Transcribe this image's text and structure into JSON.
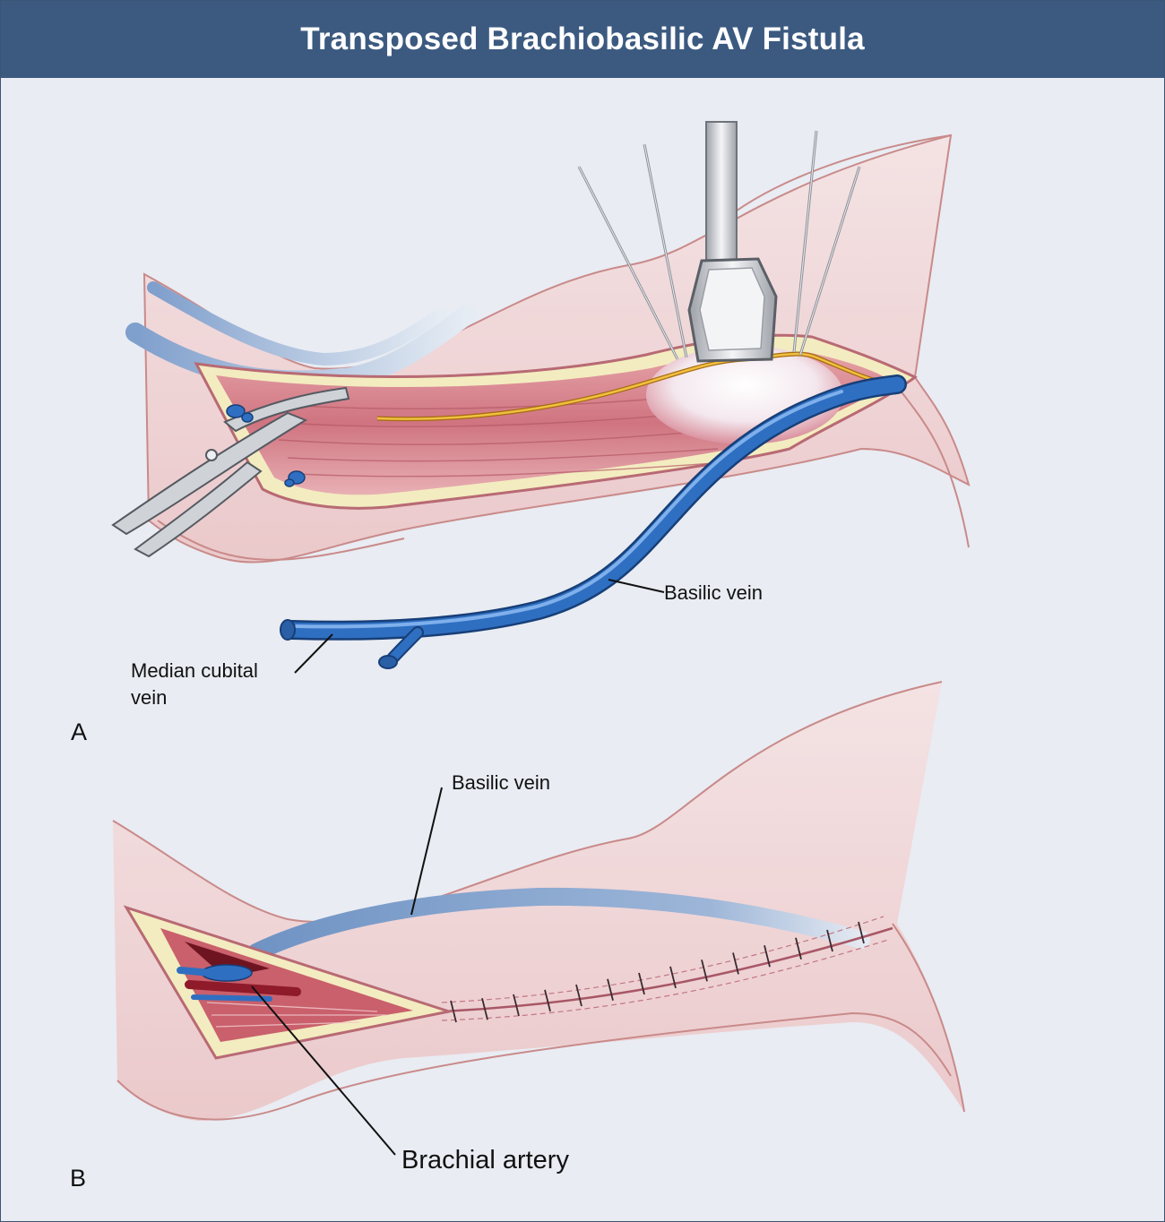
{
  "header": {
    "title": "Transposed Brachiobasilic AV Fistula"
  },
  "panel_a": {
    "letter": "A",
    "labels": {
      "basilic_vein": "Basilic vein",
      "median_cubital_line1": "Median cubital",
      "median_cubital_line2": "vein"
    }
  },
  "panel_b": {
    "letter": "B",
    "labels": {
      "basilic_vein": "Basilic vein",
      "brachial_artery": "Brachial artery"
    }
  },
  "colors": {
    "header": "#3c5a80",
    "background": "#e9ecf2",
    "skin": "#f2dede",
    "skin_outline": "#c98a8a",
    "muscle": "#d9868f",
    "fat": "#f2eab0",
    "vein": "#2f6fc1",
    "artery": "#8e1a2a",
    "nerve": "#e0a020",
    "instrument": "#b9bcc2"
  }
}
